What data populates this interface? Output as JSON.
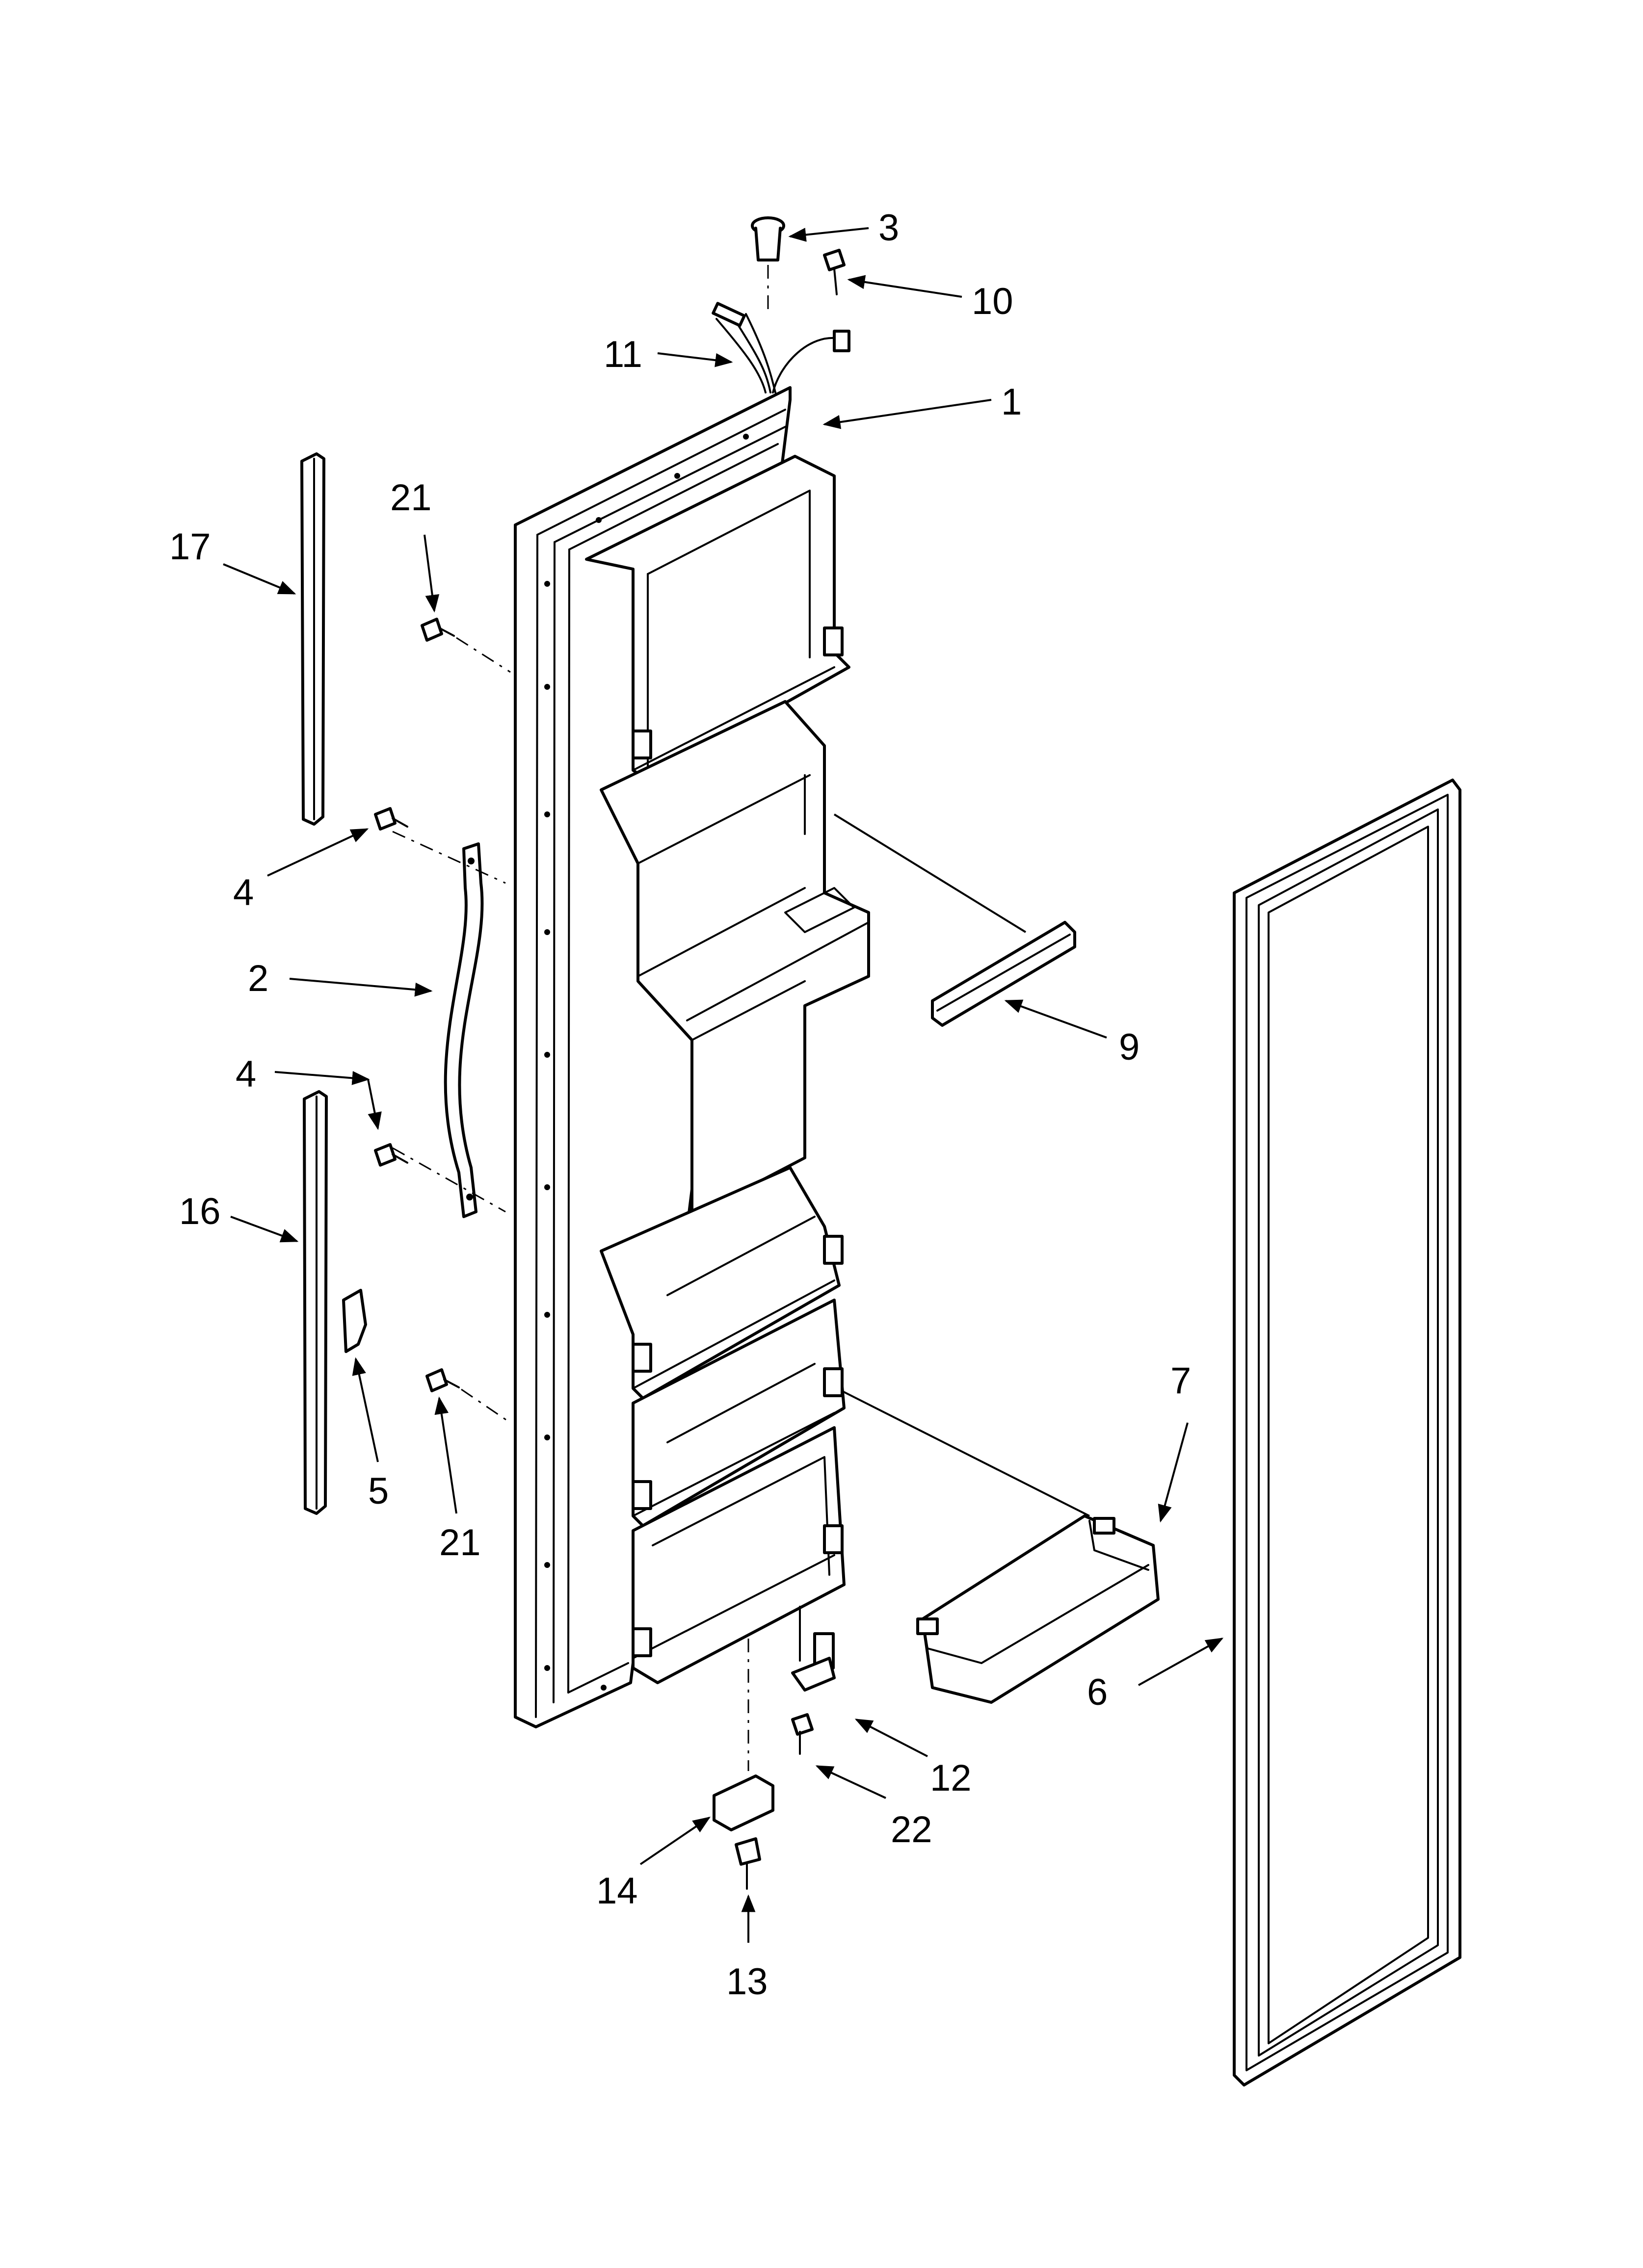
{
  "diagram": {
    "type": "exploded-parts-diagram",
    "callouts": [
      {
        "id": "part-1",
        "label": "1"
      },
      {
        "id": "part-2",
        "label": "2"
      },
      {
        "id": "part-3",
        "label": "3"
      },
      {
        "id": "part-4a",
        "label": "4"
      },
      {
        "id": "part-4b",
        "label": "4"
      },
      {
        "id": "part-5",
        "label": "5"
      },
      {
        "id": "part-6",
        "label": "6"
      },
      {
        "id": "part-7",
        "label": "7"
      },
      {
        "id": "part-9",
        "label": "9"
      },
      {
        "id": "part-10",
        "label": "10"
      },
      {
        "id": "part-11",
        "label": "11"
      },
      {
        "id": "part-12",
        "label": "12"
      },
      {
        "id": "part-13",
        "label": "13"
      },
      {
        "id": "part-14",
        "label": "14"
      },
      {
        "id": "part-16",
        "label": "16"
      },
      {
        "id": "part-17",
        "label": "17"
      },
      {
        "id": "part-21a",
        "label": "21"
      },
      {
        "id": "part-21b",
        "label": "21"
      },
      {
        "id": "part-22",
        "label": "22"
      }
    ]
  }
}
